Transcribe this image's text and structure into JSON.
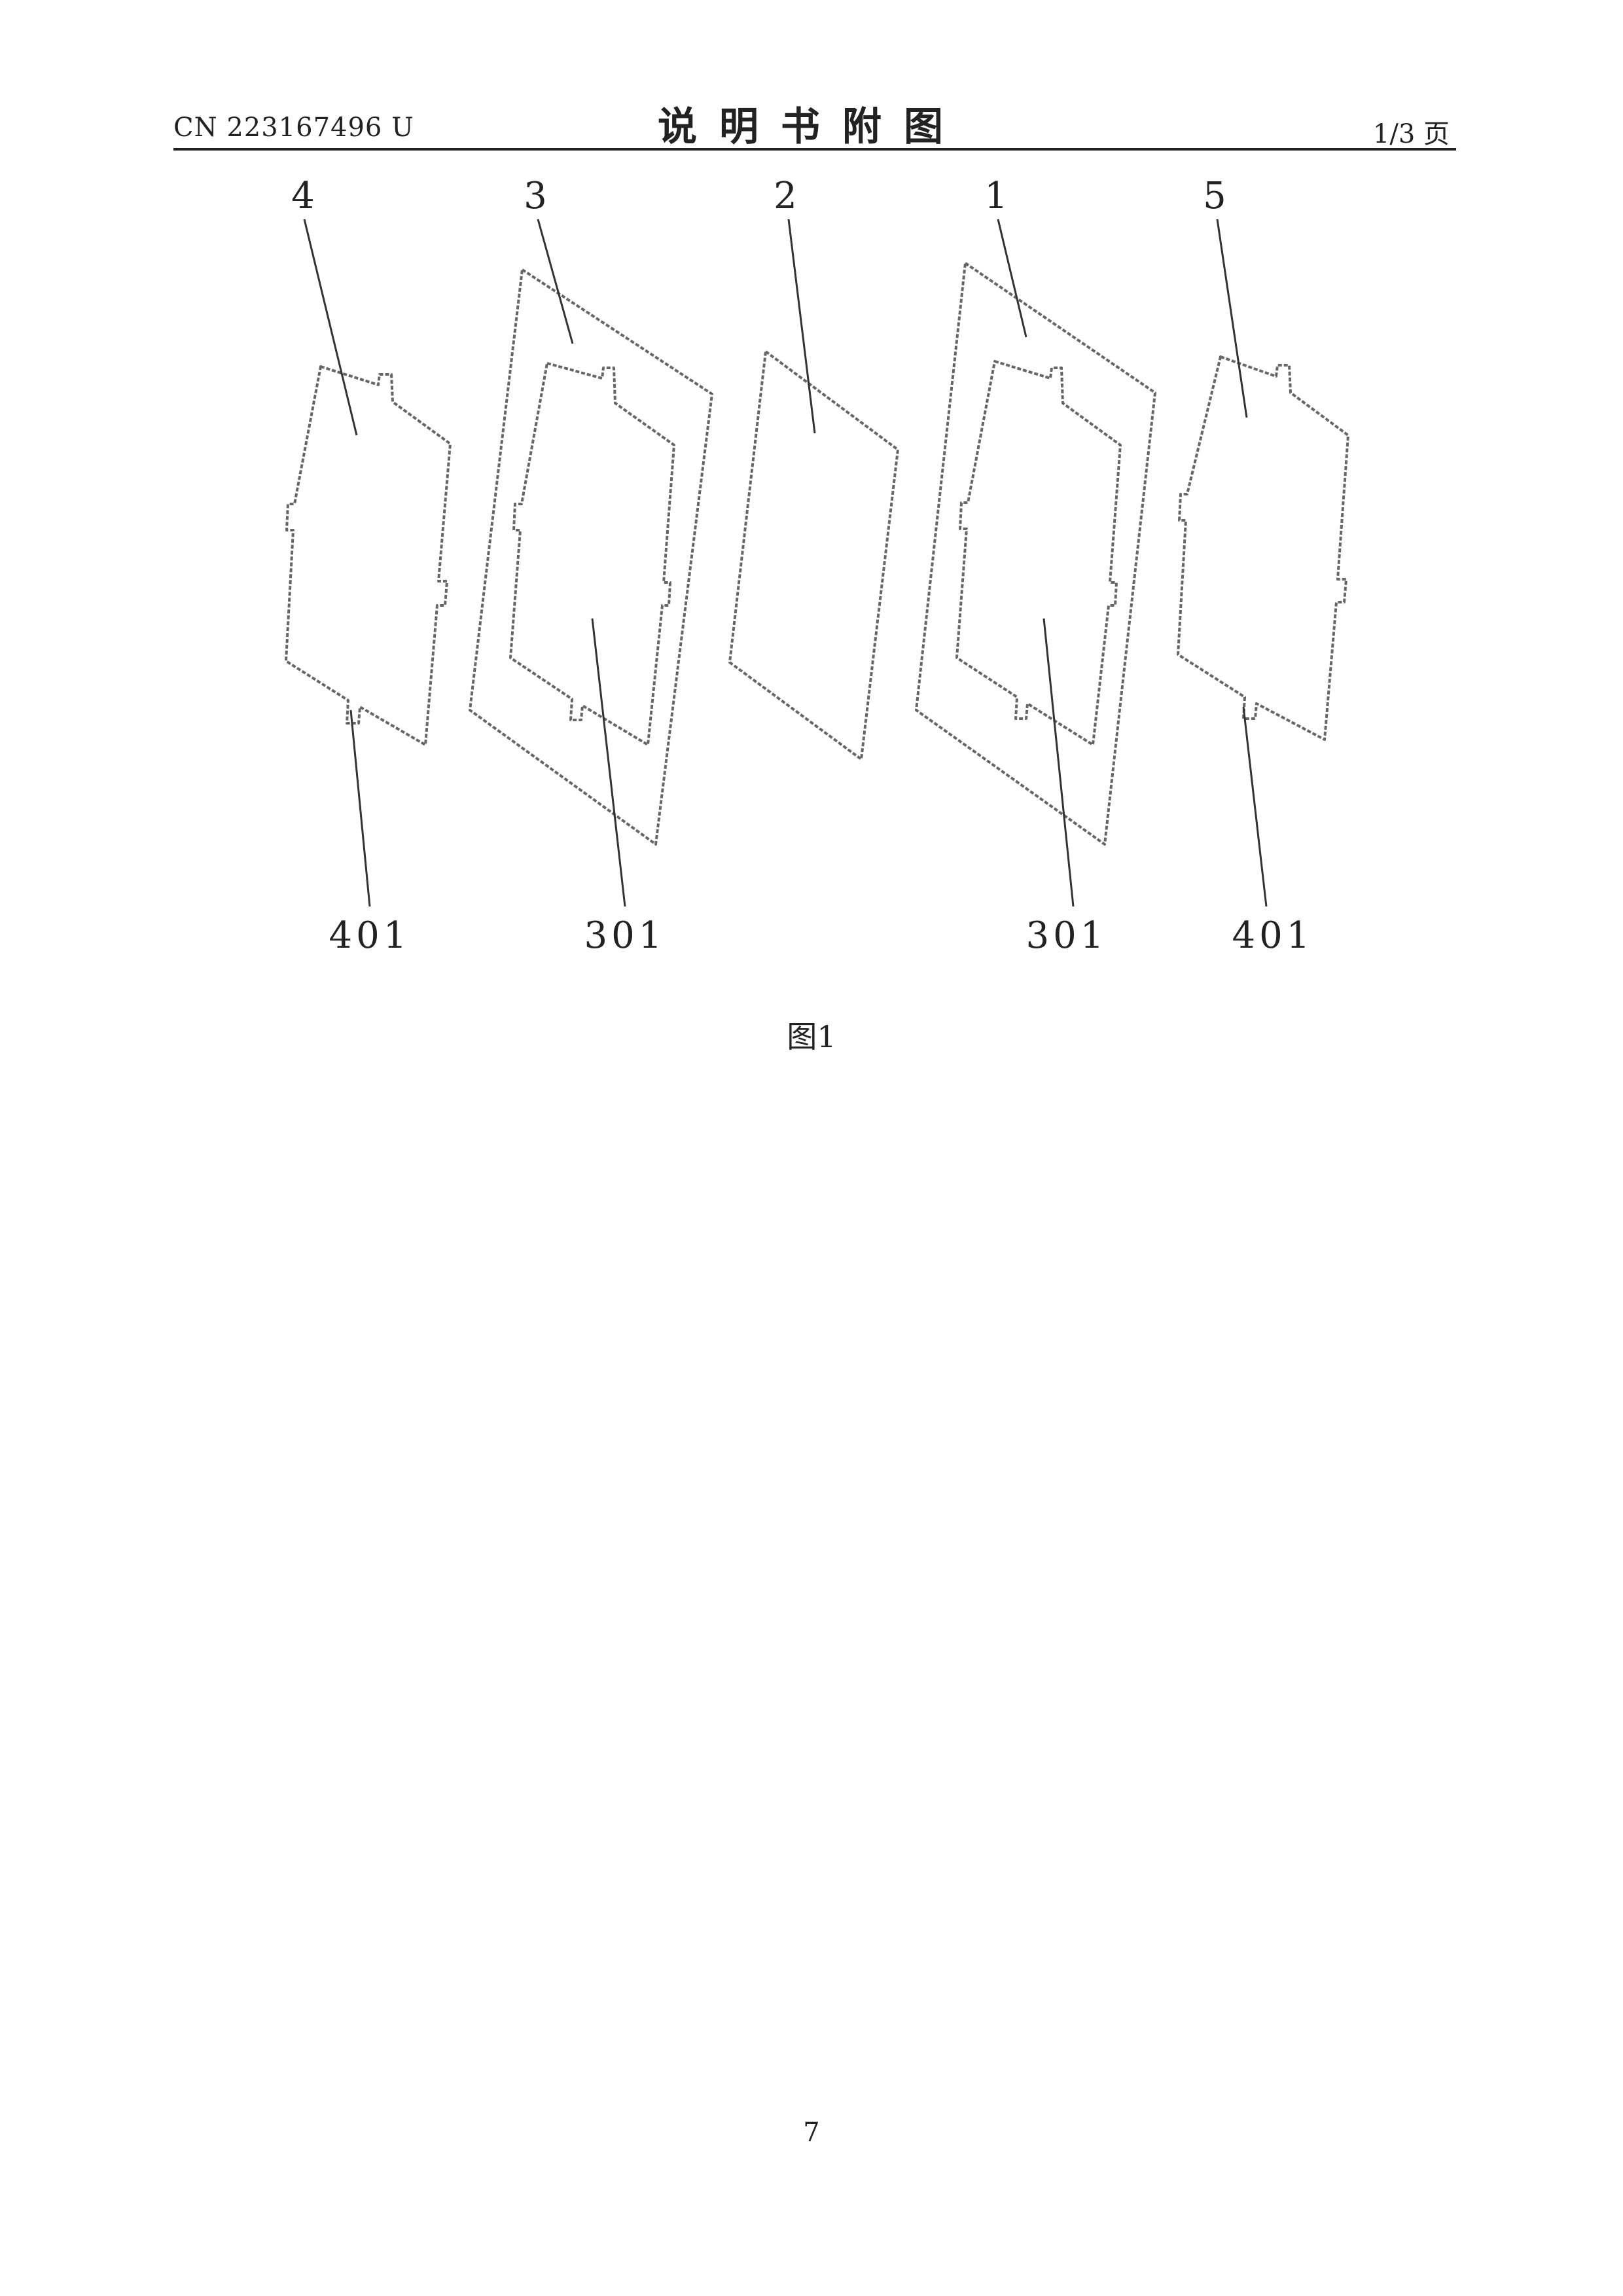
{
  "header": {
    "doc_number": "CN 223167496 U",
    "title": "说明书附图",
    "page_of": "1/3 页"
  },
  "figure": {
    "labels": {
      "part_4": "4",
      "part_3": "3",
      "part_2": "2",
      "part_1": "1",
      "part_5": "5",
      "tab_401_left": "401",
      "window_301_left": "301",
      "window_301_right": "301",
      "tab_401_right": "401"
    },
    "caption": "图1"
  },
  "footer": {
    "page_number": "7"
  }
}
